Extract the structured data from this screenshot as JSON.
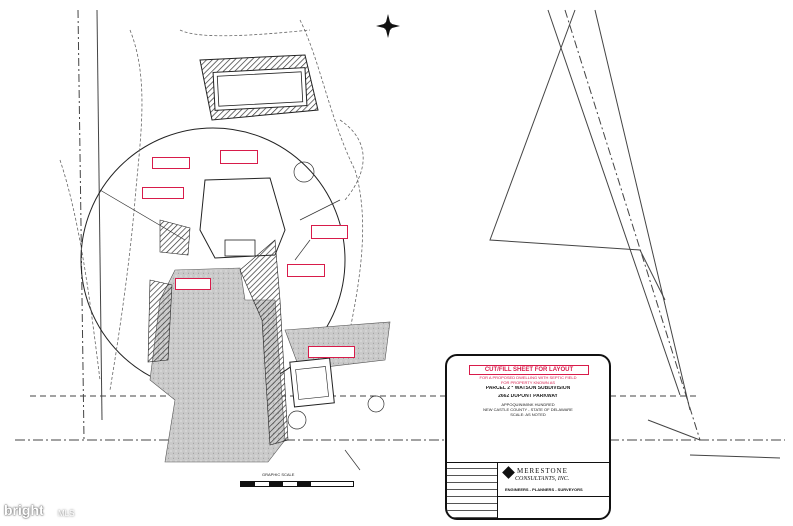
{
  "title_block": {
    "banner": "CUT/FILL SHEET FOR LAYOUT",
    "subtitle": "FOR A PROPOSED DWELLING WITH SEPTIC FIELD",
    "subtitle_2": "FOR PROPERTY KNOWN AS",
    "parcel": "PARCEL 2 * WATSON SUBDIVISION",
    "address": "2662 DUPONT PARKWAY",
    "hundred": "APPOQUINIMINK HUNDRED",
    "county": "NEW CASTLE COUNTY - STATE OF DELAWARE",
    "scale": "SCALE: AS NOTED"
  },
  "company": {
    "name": "MERESTONE",
    "name_2": "CONSULTANTS, INC.",
    "services": "ENGINEERS - PLANNERS - SURVEYORS"
  },
  "graphic_scale": "GRAPHIC SCALE",
  "watermark": "bright",
  "watermark_tag": "MLS",
  "colors": {
    "linework": "#333333",
    "callout": "#d81b4a",
    "hatch": "#444444"
  }
}
